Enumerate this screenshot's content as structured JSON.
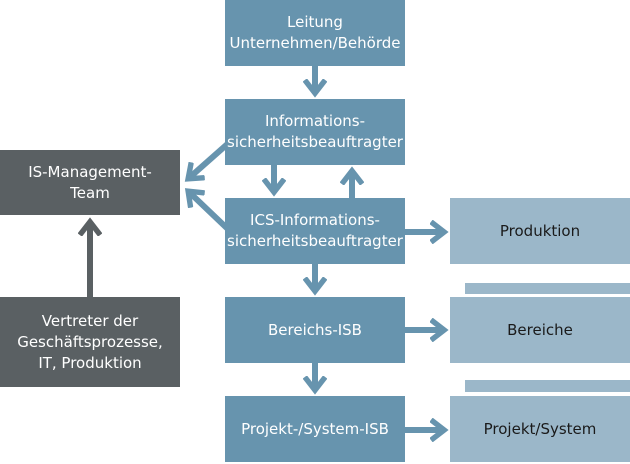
{
  "colors": {
    "primary_box": "#6794ae",
    "side_box": "#5a6063",
    "target_box": "#9bb7c9",
    "arrow": "#6794ae",
    "side_arrow": "#5a6063"
  },
  "nodes": {
    "leitung": "Leitung\nUnternehmen/Behörde",
    "isb": "Informations-\nsicherheitsbeauftragter",
    "ics_isb": "ICS-Informations-\nsicherheitsbeauftragter",
    "bereichs_isb": "Bereichs-ISB",
    "projekt_isb": "Projekt-/System-ISB",
    "is_management_team": "IS-Management-\nTeam",
    "vertreter": "Vertreter der\nGeschäftsprozesse,\nIT, Produktion",
    "produktion": "Produktion",
    "bereiche": "Bereiche",
    "projekt_system": "Projekt/System"
  }
}
